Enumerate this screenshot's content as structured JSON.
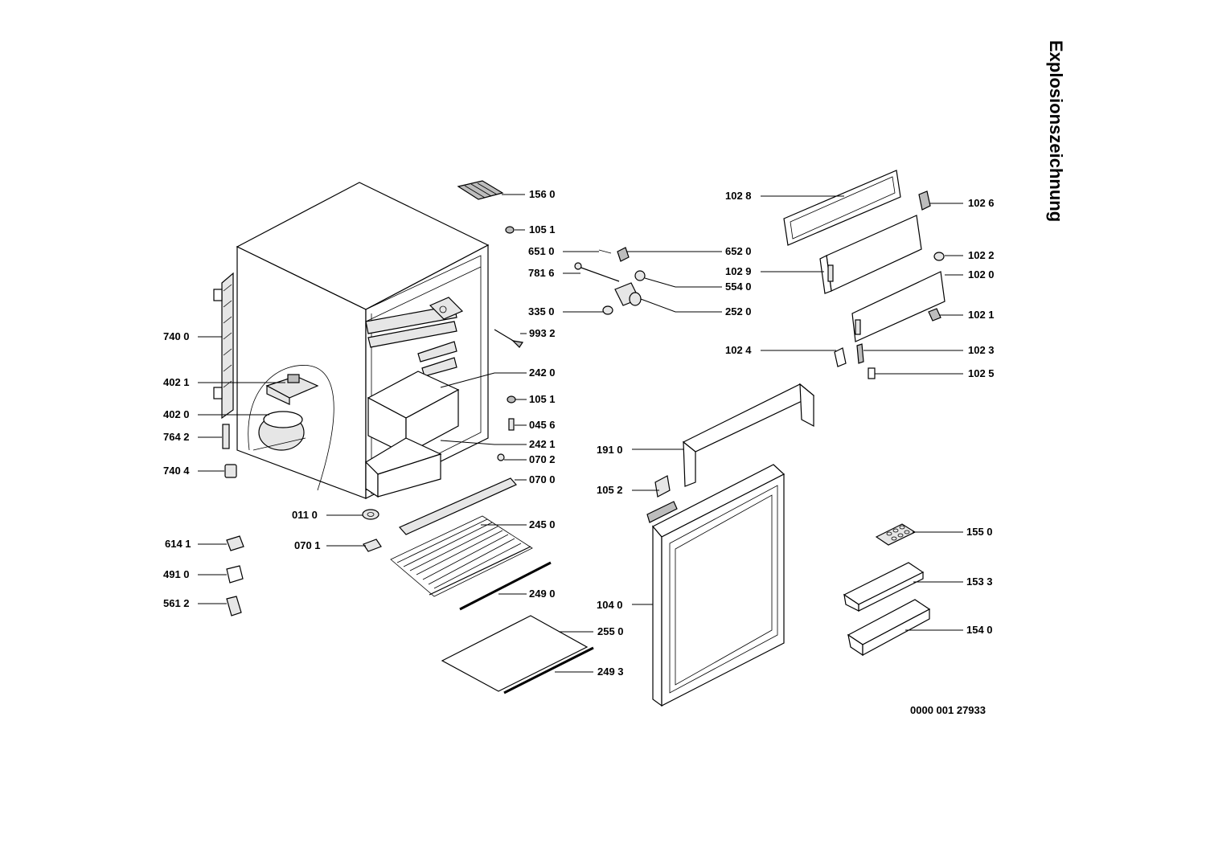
{
  "title": "Explosionszeichnung",
  "document_number": "0000 001 27933",
  "labels": {
    "p1560": "156 0",
    "p1051a": "105 1",
    "p6510": "651 0",
    "p6520": "652 0",
    "p7816": "781 6",
    "p5540": "554 0",
    "p3350": "335 0",
    "p2520": "252 0",
    "p9932": "993 2",
    "p7400": "740 0",
    "p4021": "402 1",
    "p2420": "242 0",
    "p1051b": "105 1",
    "p4020": "402 0",
    "p0456": "045 6",
    "p7642": "764 2",
    "p2421": "242 1",
    "p0702": "070 2",
    "p7404": "740 4",
    "p0700": "070 0",
    "p0110": "011 0",
    "p2450": "245 0",
    "p6141": "614 1",
    "p0701": "070 1",
    "p4910": "491 0",
    "p2490": "249 0",
    "p5612": "561 2",
    "p2550": "255 0",
    "p2493": "249 3",
    "p1028": "102 8",
    "p1026": "102 6",
    "p1029": "102 9",
    "p1022": "102 2",
    "p1020": "102 0",
    "p1021": "102 1",
    "p1024": "102 4",
    "p1023": "102 3",
    "p1025": "102 5",
    "p1910": "191 0",
    "p1052": "105 2",
    "p1040": "104 0",
    "p1550": "155 0",
    "p1533": "153 3",
    "p1540": "154 0"
  },
  "icons": [
    "fridge-cabinet-icon",
    "door-icon",
    "compressor-icon",
    "wire-shelf-icon",
    "glass-shelf-icon",
    "door-bin-icon",
    "egg-tray-icon"
  ]
}
